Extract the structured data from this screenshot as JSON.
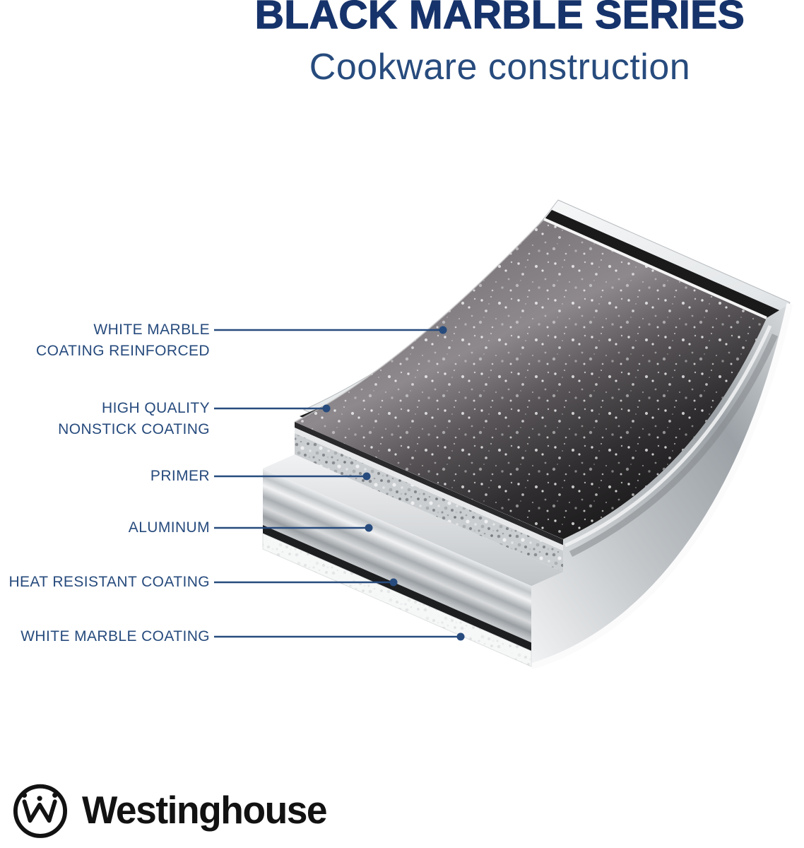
{
  "header": {
    "title": "BLACK MARBLE SERIES",
    "subtitle": "Cookware construction"
  },
  "diagram": {
    "labels": [
      {
        "id": "white-marble-reinforced",
        "text": "WHITE MARBLE\nCOATING REINFORCED"
      },
      {
        "id": "nonstick",
        "text": "HIGH QUALITY\nNONSTICK COATING"
      },
      {
        "id": "primer",
        "text": "PRIMER"
      },
      {
        "id": "aluminum",
        "text": "ALUMINUM"
      },
      {
        "id": "heat-resistant",
        "text": "HEAT RESISTANT COATING"
      },
      {
        "id": "white-marble",
        "text": "WHITE MARBLE COATING"
      }
    ]
  },
  "brand": {
    "wordmark": "Westinghouse"
  },
  "colors": {
    "title": "#16336b",
    "navy": "#274b7d",
    "black": "#121212"
  }
}
